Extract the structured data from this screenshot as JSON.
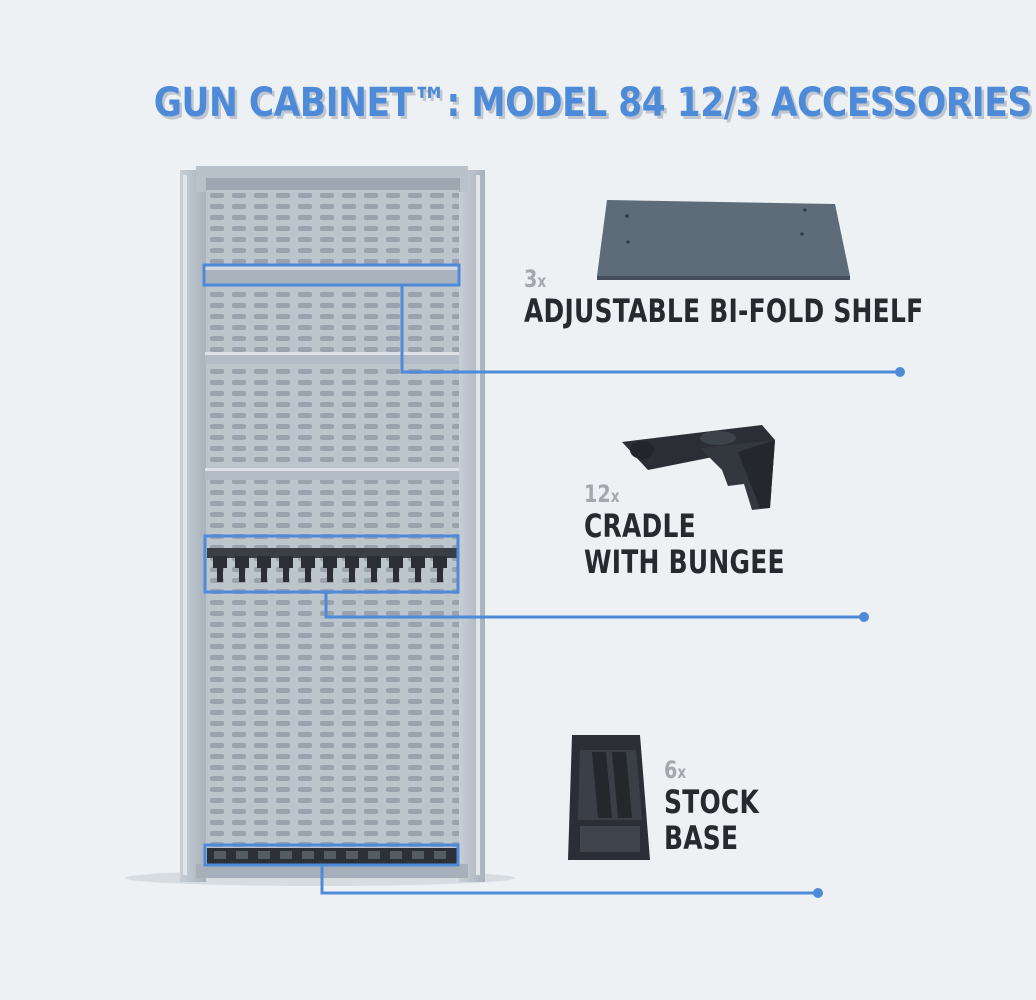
{
  "title": "GUN CABINET™: MODEL 84 12/3 ACCESSORIES",
  "accent_color": "#4d8ad8",
  "accessories": [
    {
      "qty_num": "3",
      "qty_unit": "x",
      "name_line1": "ADJUSTABLE BI-FOLD SHELF",
      "name_line2": "",
      "icon": "bi-fold-shelf-icon"
    },
    {
      "qty_num": "12",
      "qty_unit": "x",
      "name_line1": "CRADLE",
      "name_line2": "WITH BUNGEE",
      "icon": "cradle-with-bungee-icon"
    },
    {
      "qty_num": "6",
      "qty_unit": "x",
      "name_line1": "STOCK",
      "name_line2": "BASE",
      "icon": "stock-base-icon"
    }
  ]
}
